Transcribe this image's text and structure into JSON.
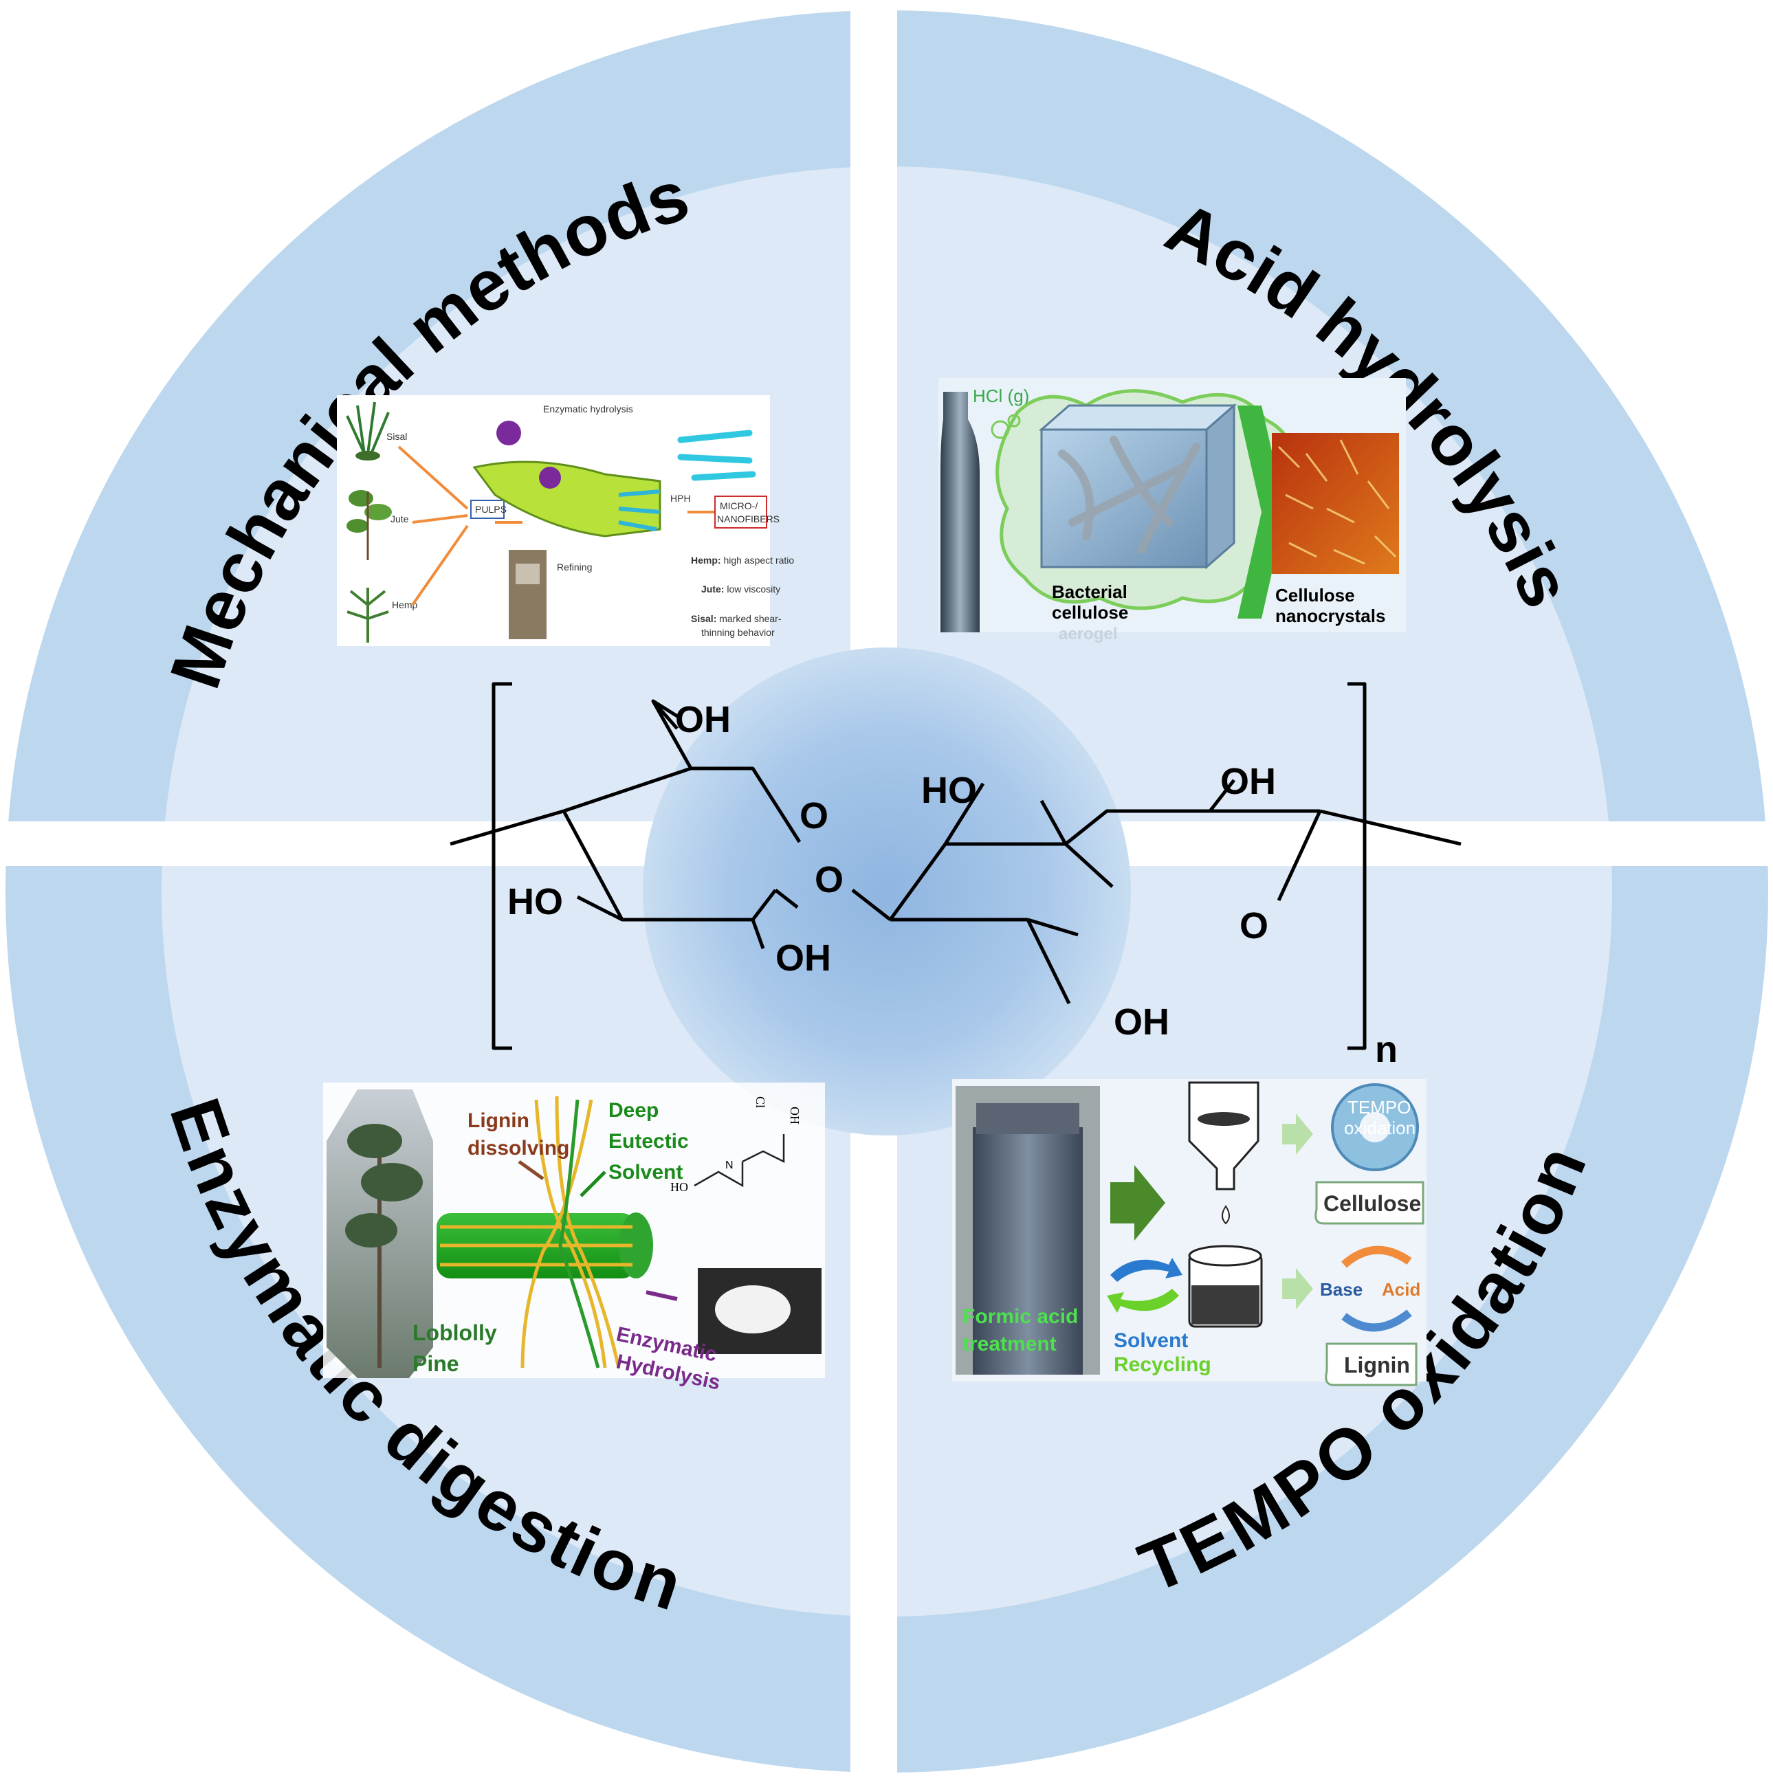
{
  "colors": {
    "outer_ring": "#bcd7ee",
    "inner_panel": "#dde9f6",
    "center_glow": "#a7c7e8",
    "divider": "#ffffff"
  },
  "quadrants": {
    "top_left": {
      "title": "Mechanical methods",
      "labels": {
        "sisal": "Sisal",
        "jute": "Jute",
        "hemp": "Hemp",
        "enzymatic": "Enzymatic hydrolysis",
        "pulps": "PULPS",
        "refining": "Refining",
        "hph": "HPH",
        "micro": "MICRO-/",
        "nano": "NANOFIBERS",
        "hemp_note_b": "Hemp:",
        "hemp_note": "high aspect ratio",
        "jute_note_b": "Jute:",
        "jute_note": "low viscosity",
        "sisal_note_b": "Sisal:",
        "sisal_note": "marked shear-",
        "sisal_note2": "thinning behavior"
      }
    },
    "top_right": {
      "title": "Acid hydrolysis",
      "labels": {
        "hcl": "HCl (g)",
        "bacterial1": "Bacterial",
        "bacterial2": "cellulose",
        "bacterial3": "aerogel",
        "cnc1": "Cellulose",
        "cnc2": "nanocrystals"
      }
    },
    "bottom_left": {
      "title": "Enzymatic digestion",
      "labels": {
        "lignin1": "Lignin",
        "lignin2": "dissolving",
        "des1": "Deep",
        "des2": "Eutectic",
        "des3": "Solvent",
        "pine1": "Loblolly",
        "pine2": "Pine",
        "enz1": "Enzymatic",
        "enz2": "Hydrolysis",
        "cl": "Cl",
        "ho": "HO",
        "oh": "OH"
      }
    },
    "bottom_right": {
      "title": "TEMPO oxidation",
      "labels": {
        "formic1": "Formic acid",
        "formic2": "treatment",
        "solvent1": "Solvent",
        "solvent2": "Recycling",
        "tempo1": "TEMPO",
        "tempo2": "oxidation",
        "cellulose": "Cellulose",
        "base": "Base",
        "acid": "Acid",
        "lignin": "Lignin"
      }
    }
  },
  "structure": {
    "oh_top": "OH",
    "ring_o1": "O",
    "ho_left": "HO",
    "oh_bottom1": "OH",
    "bridge_o": "O",
    "ho_right": "HO",
    "oh_right": "OH",
    "ring_o2": "O",
    "oh_bottom2": "OH",
    "repeat": "n"
  }
}
